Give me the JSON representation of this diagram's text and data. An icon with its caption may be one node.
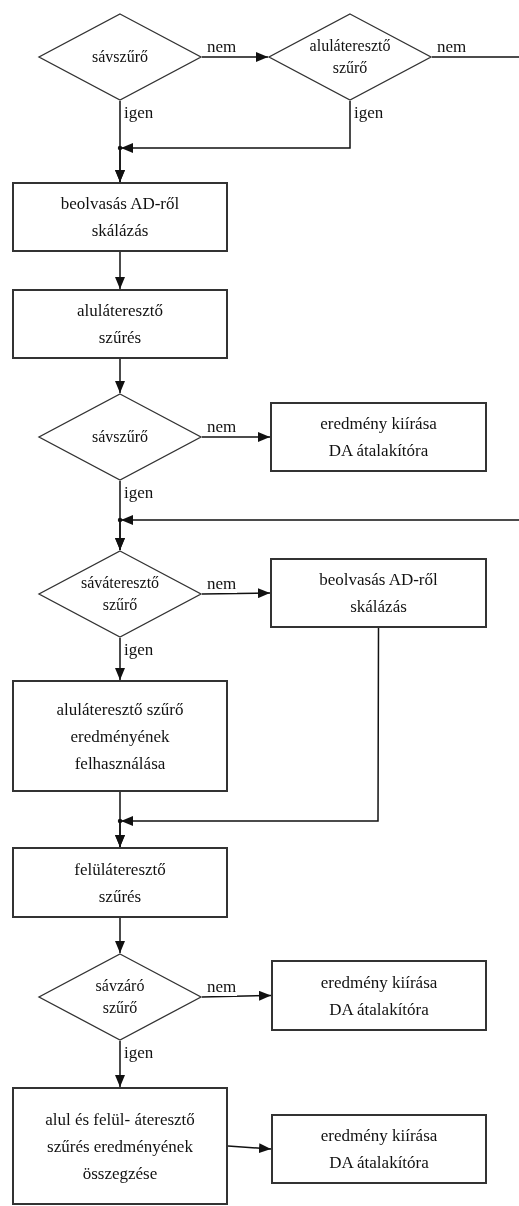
{
  "diagram": {
    "nodes": [
      {
        "text": [
          "sávszűrő"
        ]
      },
      {
        "text": [
          "aluláteresztő szűrő"
        ]
      },
      {
        "text": [
          "beolvasás AD-ről skálázás"
        ]
      },
      {
        "text": [
          "aluláteresztő szűrés"
        ]
      },
      {
        "text": [
          "sávszűrő"
        ]
      },
      {
        "text": [
          "eredmény kiírása DA átalakítóra"
        ]
      },
      {
        "text": [
          "sáváteresztő szűrő"
        ]
      },
      {
        "text": [
          "beolvasás AD-ről skálázás"
        ]
      },
      {
        "text": [
          "aluláteresztő szűrő eredményének felhasználása"
        ]
      },
      {
        "text": [
          "felüláteresztő szűrés"
        ]
      },
      {
        "text": [
          "sávzáró szűrő"
        ]
      },
      {
        "text": [
          "eredmény kiírása DA átalakítóra"
        ]
      },
      {
        "text": [
          "alul és felül- áteresztő szűrés eredményének összegzése"
        ]
      },
      {
        "text": [
          "eredmény kiírása DA átalakítóra"
        ]
      }
    ],
    "edges": [
      {
        "from": 0,
        "to": 1,
        "arrow": "to",
        "label": "nem"
      },
      {
        "from": 1,
        "to": null,
        "arrow": "none",
        "label": "nem"
      },
      {
        "from": 0,
        "to": 2,
        "arrow": "to",
        "label": "igen"
      },
      {
        "from": 1,
        "to": 2,
        "arrow": "to",
        "label": "igen"
      },
      {
        "from": 2,
        "to": 3,
        "arrow": "to"
      },
      {
        "from": 3,
        "to": 4,
        "arrow": "to"
      },
      {
        "from": 4,
        "to": 5,
        "arrow": "to",
        "label": "nem"
      },
      {
        "from": 4,
        "to": 6,
        "arrow": "to",
        "label": "igen"
      },
      {
        "from": null,
        "to": 6,
        "arrow": "to"
      },
      {
        "from": 6,
        "to": 7,
        "arrow": "to",
        "label": "nem"
      },
      {
        "from": 6,
        "to": 8,
        "arrow": "to",
        "label": "igen"
      },
      {
        "from": 8,
        "to": 9,
        "arrow": "to"
      },
      {
        "from": 7,
        "to": 9,
        "arrow": "to"
      },
      {
        "from": 9,
        "to": 10,
        "arrow": "to"
      },
      {
        "from": 10,
        "to": 11,
        "arrow": "to",
        "label": "nem"
      },
      {
        "from": 10,
        "to": 12,
        "arrow": "to",
        "label": "igen"
      },
      {
        "from": 12,
        "to": 13,
        "arrow": "to"
      }
    ]
  }
}
